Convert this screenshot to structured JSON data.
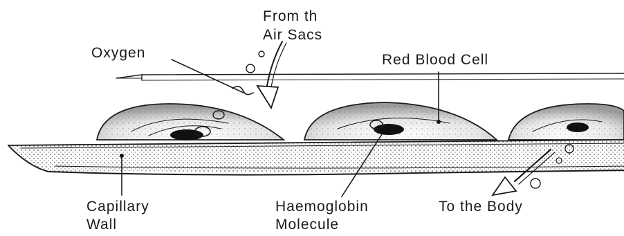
{
  "labels": {
    "from_line1": "From th",
    "from_line2": "Air Sacs",
    "oxygen": "Oxygen",
    "red_blood_cell": "Red Blood Cell",
    "capillary_line1": "Capillary",
    "capillary_line2": "Wall",
    "haemoglobin_line1": "Haemoglobin",
    "haemoglobin_line2": "Molecule",
    "to_body": "To the Body"
  }
}
